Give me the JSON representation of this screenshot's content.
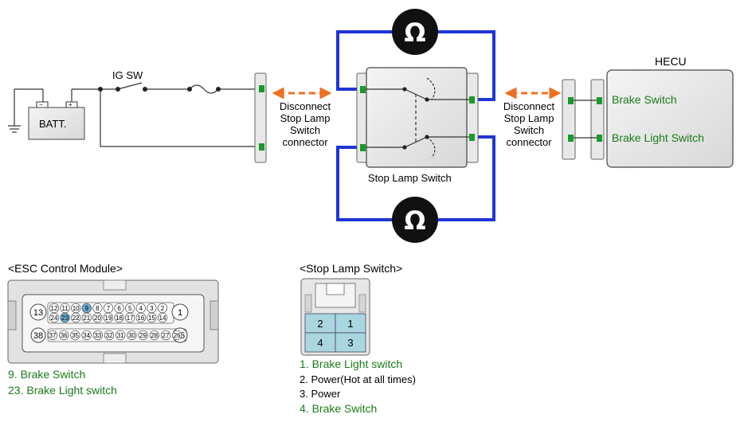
{
  "circuit": {
    "ig_sw": "IG SW",
    "batt": "BATT.",
    "disconnect_left": [
      "Disconnect",
      "Stop Lamp",
      "Switch",
      "connector"
    ],
    "disconnect_right": [
      "Disconnect",
      "Stop Lamp",
      "Switch",
      "connector"
    ],
    "stop_lamp_switch": "Stop Lamp Switch",
    "hecu": "HECU",
    "hecu_brake_switch": "Brake Switch",
    "hecu_brake_light_switch": "Brake Light Switch",
    "ohm_symbol": "Ω"
  },
  "esc": {
    "title": "<ESC Control Module>",
    "big_pins": [
      "13",
      "1",
      "38",
      "25"
    ],
    "row1": [
      "12",
      "11",
      "10",
      "9",
      "8",
      "7",
      "6",
      "5",
      "4",
      "3",
      "2"
    ],
    "row2": [
      "24",
      "23",
      "22",
      "21",
      "20",
      "19",
      "18",
      "17",
      "16",
      "15",
      "14"
    ],
    "row3": [
      "37",
      "36",
      "35",
      "34",
      "33",
      "32",
      "31",
      "30",
      "29",
      "28",
      "27",
      "26"
    ],
    "legend": [
      "9. Brake Switch",
      "23. Brake Light switch"
    ]
  },
  "sls": {
    "title": "<Stop Lamp Switch>",
    "pins": [
      "2",
      "1",
      "4",
      "3"
    ],
    "legend": [
      "1. Brake Light switch",
      "2. Power(Hot at all times)",
      "3. Power",
      "4. Brake Switch"
    ]
  },
  "colors": {
    "probe_wire": "#1f35d6",
    "arrow": "#f07020",
    "label_green": "#1a7a1a",
    "terminal_green": "#1a9a2a",
    "highlight_blue": "#6aaed0",
    "switch_pin_fill": "#a9d6df"
  }
}
